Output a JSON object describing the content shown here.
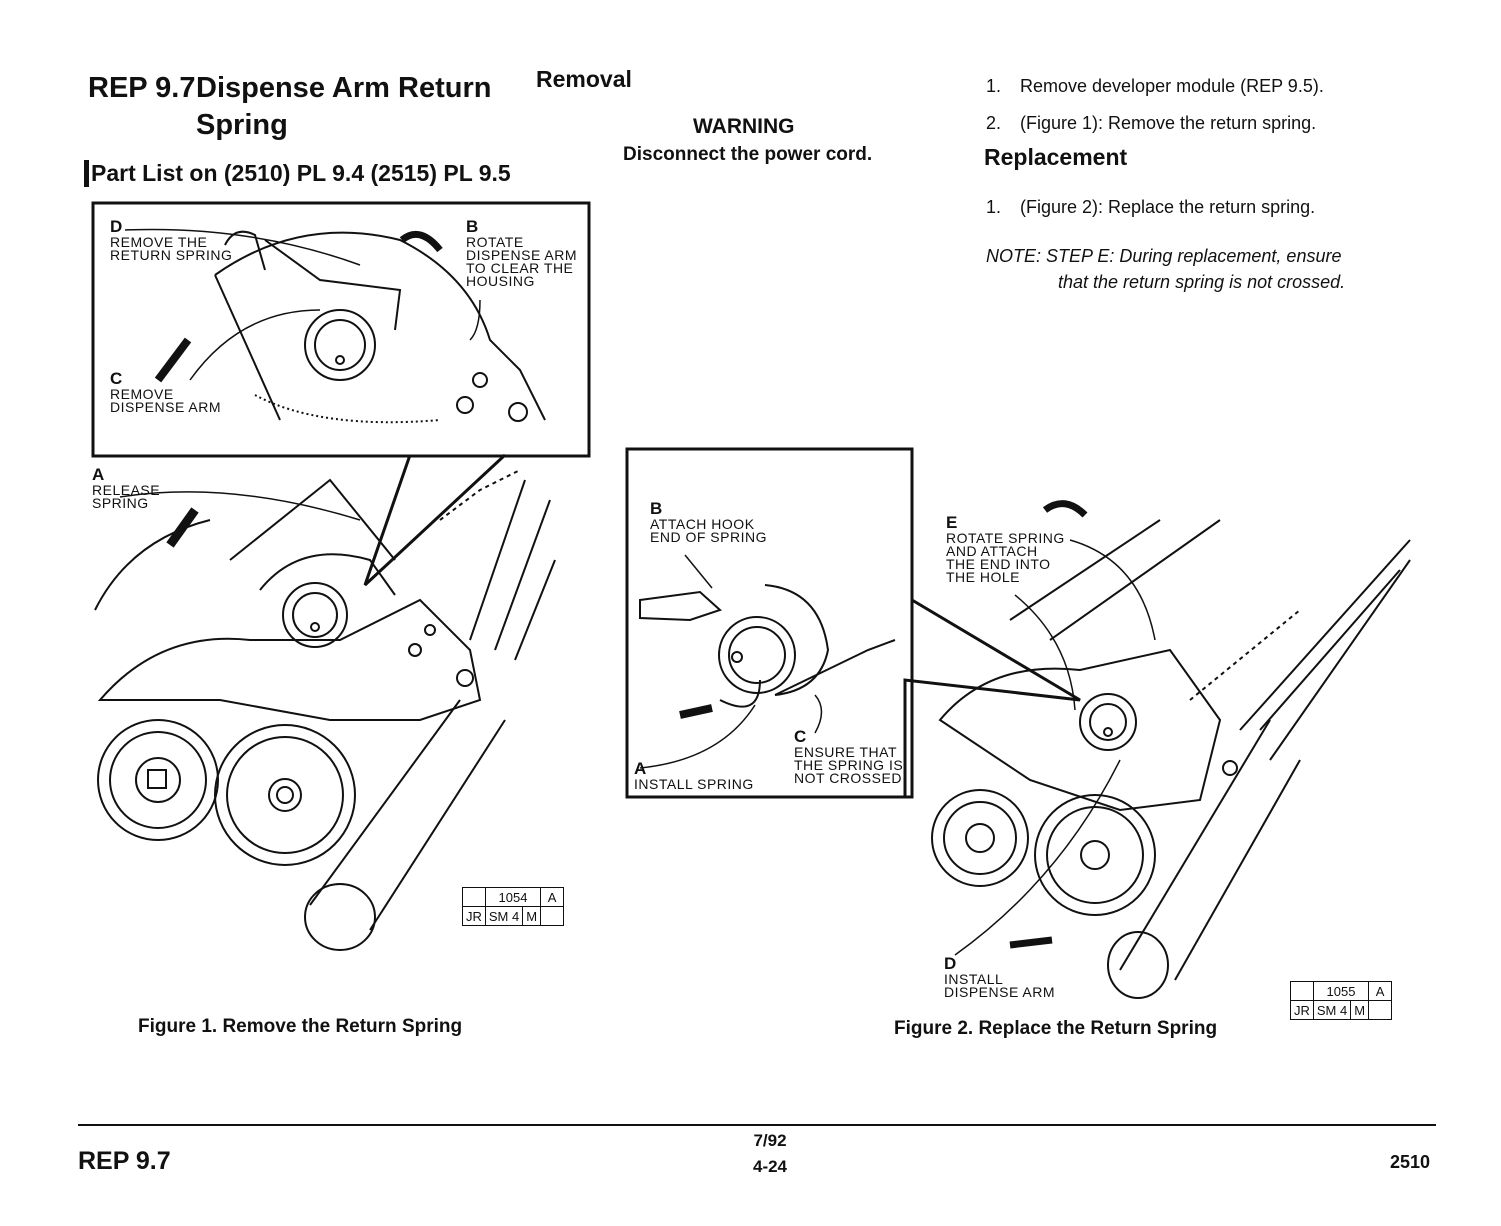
{
  "header": {
    "rep_number": "REP 9.7",
    "title_line1": "Dispense Arm Return",
    "title_line2": "Spring",
    "part_list": "Part List on (2510) PL 9.4 (2515) PL 9.5"
  },
  "removal": {
    "heading": "Removal",
    "warning_heading": "WARNING",
    "warning_text": "Disconnect the power cord.",
    "steps": [
      {
        "num": "1.",
        "text": "Remove developer module (REP 9.5)."
      },
      {
        "num": "2.",
        "text": "(Figure 1): Remove the return spring."
      }
    ]
  },
  "replacement": {
    "heading": "Replacement",
    "steps": [
      {
        "num": "1.",
        "text": "(Figure 2): Replace the return spring."
      }
    ],
    "note_line1": "NOTE: STEP E: During replacement, ensure",
    "note_line2": "that the return spring is not crossed."
  },
  "figure1": {
    "caption": "Figure 1. Remove the Return Spring",
    "callouts": {
      "d_letter": "D",
      "d_text1": "REMOVE THE",
      "d_text2": "RETURN SPRING",
      "b_letter": "B",
      "b_text1": "ROTATE",
      "b_text2": "DISPENSE ARM",
      "b_text3": "TO CLEAR THE",
      "b_text4": "HOUSING",
      "c_letter": "C",
      "c_text1": "REMOVE",
      "c_text2": "DISPENSE ARM",
      "a_letter": "A",
      "a_text1": "RELEASE",
      "a_text2": "SPRING"
    },
    "ref": {
      "num": "1054",
      "rev": "A",
      "c1": "JR",
      "c2": "SM 4",
      "c3": "M"
    }
  },
  "figure2": {
    "caption": "Figure 2. Replace the Return Spring",
    "callouts": {
      "b_letter": "B",
      "b_text1": "ATTACH HOOK",
      "b_text2": "END OF SPRING",
      "a_letter": "A",
      "a_text1": "INSTALL SPRING",
      "c_letter": "C",
      "c_text1": "ENSURE THAT",
      "c_text2": "THE SPRING IS",
      "c_text3": "NOT CROSSED",
      "e_letter": "E",
      "e_text1": "ROTATE SPRING",
      "e_text2": "AND ATTACH",
      "e_text3": "THE END INTO",
      "e_text4": "THE HOLE",
      "d_letter": "D",
      "d_text1": "INSTALL",
      "d_text2": "DISPENSE ARM"
    },
    "ref": {
      "num": "1055",
      "rev": "A",
      "c1": "JR",
      "c2": "SM 4",
      "c3": "M"
    }
  },
  "footer": {
    "left": "REP 9.7",
    "date": "7/92",
    "page": "4-24",
    "right": "2510"
  }
}
